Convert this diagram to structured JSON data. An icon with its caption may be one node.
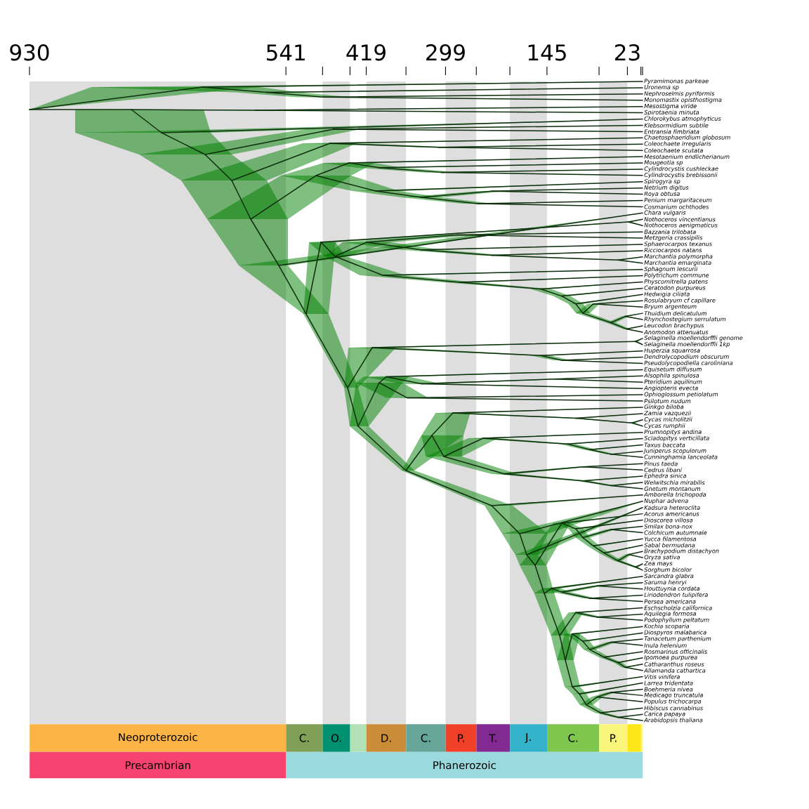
{
  "diagram": {
    "nodes": [
      {
        "text": [
          "Neoproterozoic"
        ]
      },
      {
        "text": [
          "C."
        ]
      },
      {
        "text": [
          "O."
        ]
      },
      {
        "text": [],
        "shape": "box"
      },
      {
        "text": [
          "D."
        ]
      },
      {
        "text": [
          "C."
        ]
      },
      {
        "text": [
          "P."
        ]
      },
      {
        "text": [
          "T."
        ]
      },
      {
        "text": [
          "J."
        ]
      },
      {
        "text": [
          "C."
        ]
      },
      {
        "text": [
          "P."
        ]
      },
      {
        "text": [],
        "shape": "box"
      },
      {
        "text": [],
        "shape": "box"
      },
      {
        "text": [
          "Precambrian"
        ]
      },
      {
        "text": [
          "Phanerozoic"
        ]
      }
    ],
    "labels": [
      "930",
      "541",
      "419",
      "299",
      "145",
      "23",
      "Pyramimonas parkeae",
      "Uronema sp",
      "Nephroselmis pyriformis",
      "Monomastix opisthostigma",
      "Mesostigma viride",
      "Spirotaenia minuta",
      "Chlorokybus atmophyticus",
      "Klebsormidium subtile",
      "Entransia fimbriata",
      "Chaetosphaeridium globosum",
      "Coleochaete irregularis",
      "Coleochaete scutata",
      "Mesotaenium endlicherianum",
      "Mougeotia sp",
      "Cylindrocystis cushleckae",
      "Cylindrocystis brebissonii",
      "Spirogyra sp",
      "Netrium digitus",
      "Roya obtusa",
      "Penium margaritaceum",
      "Cosmarium ochthodes",
      "Chara vulgaris",
      "Nothoceros vincentianus",
      "Nothoceros aenigmaticus",
      "Bazzania trilobata",
      "Metzgeria crassipilis",
      "Sphaerocarpos texanus",
      "Ricciocarpos natans",
      "Marchantia polymorpha",
      "Marchantia emarginata",
      "Sphagnum lescurii",
      "Polytrichum commune",
      "Physcomitrella patens",
      "Ceratodon purpureus",
      "Hedwigia ciliata",
      "Rosulabryum cf capillare",
      "Bryum argenteum",
      "Thuidium delicatulum",
      "Rhynchostegium serrulatum",
      "Leucodon brachypus",
      "Anomodon attenuatus",
      "Selaginella moellendorffii genome",
      "Selaginella moellendorffii 1kp",
      "Huperzia squarrosa",
      "Dendrolycopodium obscurum",
      "Pseudolycopodiella caroliniana",
      "Equisetum diffusum",
      "Alsophila spinulosa",
      "Pteridium aquilinum",
      "Angiopteris evecta",
      "Ophioglossum petiolatum",
      "Psilotum nudum",
      "Ginkgo biloba",
      "Zamia vazquezii",
      "Cycas micholitzii",
      "Cycas rumphii",
      "Prumnopitys andina",
      "Sciadopitys verticillata",
      "Taxus baccata",
      "Juniperus scopulorum",
      "Cunninghamia lanceolata",
      "Pinus taeda",
      "Cedrus libani",
      "Ephedra sinica",
      "Welwitschia mirabilis",
      "Gnetum montanum",
      "Amborella trichopoda",
      "Nuphar advena",
      "Kadsura heteroclita",
      "Acorus americanus",
      "Dioscorea villosa",
      "Smilax bona-nox",
      "Colchicum autumnale",
      "Yucca filamentosa",
      "Sabal bermudana",
      "Brachypodium distachyon",
      "Oryza sativa",
      "Zea mays",
      "Sorghum bicolor",
      "Sarcandra glabra",
      "Saruma henryi",
      "Houttuynia cordata",
      "Liriodendron tulipifera",
      "Persea americana",
      "Eschscholzia californica",
      "Aquilegia formosa",
      "Podophyllum peltatum",
      "Kochia scoparia",
      "Diospyros malabarica",
      "Tanacetum parthenium",
      "Inula helenium",
      "Rosmarinus officinalis",
      "Ipomoea purpurea",
      "Catharanthus roseus",
      "Allamanda cathartica",
      "Vitis vinifera",
      "Larrea tridentata",
      "Boehmeria nivea",
      "Medicago truncatula",
      "Populus trichocarpa",
      "Hibiscus cannabinus",
      "Carica papaya",
      "Arabidopsis thaliana"
    ]
  }
}
